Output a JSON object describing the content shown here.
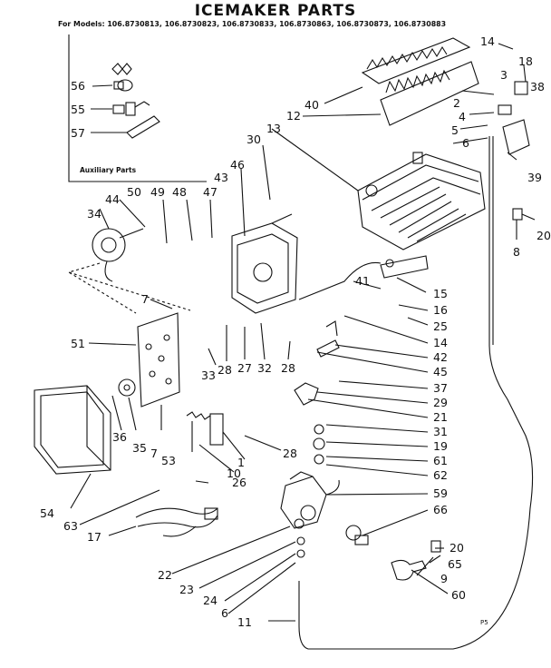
{
  "diagram": {
    "title": "ICEMAKER PARTS",
    "models_line": "For Models: 106.8730813, 106.8730823, 106.8730833, 106.8730863, 106.8730873, 106.8730883",
    "auxiliary_label": "Auxiliary Parts",
    "page_mark": "P5",
    "callouts": [
      "56",
      "55",
      "57",
      "14",
      "18",
      "3",
      "38",
      "2",
      "4",
      "5",
      "6",
      "39",
      "20",
      "8",
      "40",
      "12",
      "13",
      "30",
      "46",
      "43",
      "47",
      "48",
      "49",
      "50",
      "44",
      "34",
      "7",
      "51",
      "41",
      "15",
      "16",
      "25",
      "14",
      "42",
      "45",
      "33",
      "28",
      "27",
      "32",
      "28",
      "37",
      "29",
      "21",
      "31",
      "19",
      "61",
      "62",
      "36",
      "35",
      "7",
      "53",
      "28",
      "1",
      "10",
      "54",
      "26",
      "63",
      "17",
      "59",
      "66",
      "20",
      "65",
      "9",
      "60",
      "22",
      "23",
      "24",
      "6",
      "11"
    ]
  }
}
